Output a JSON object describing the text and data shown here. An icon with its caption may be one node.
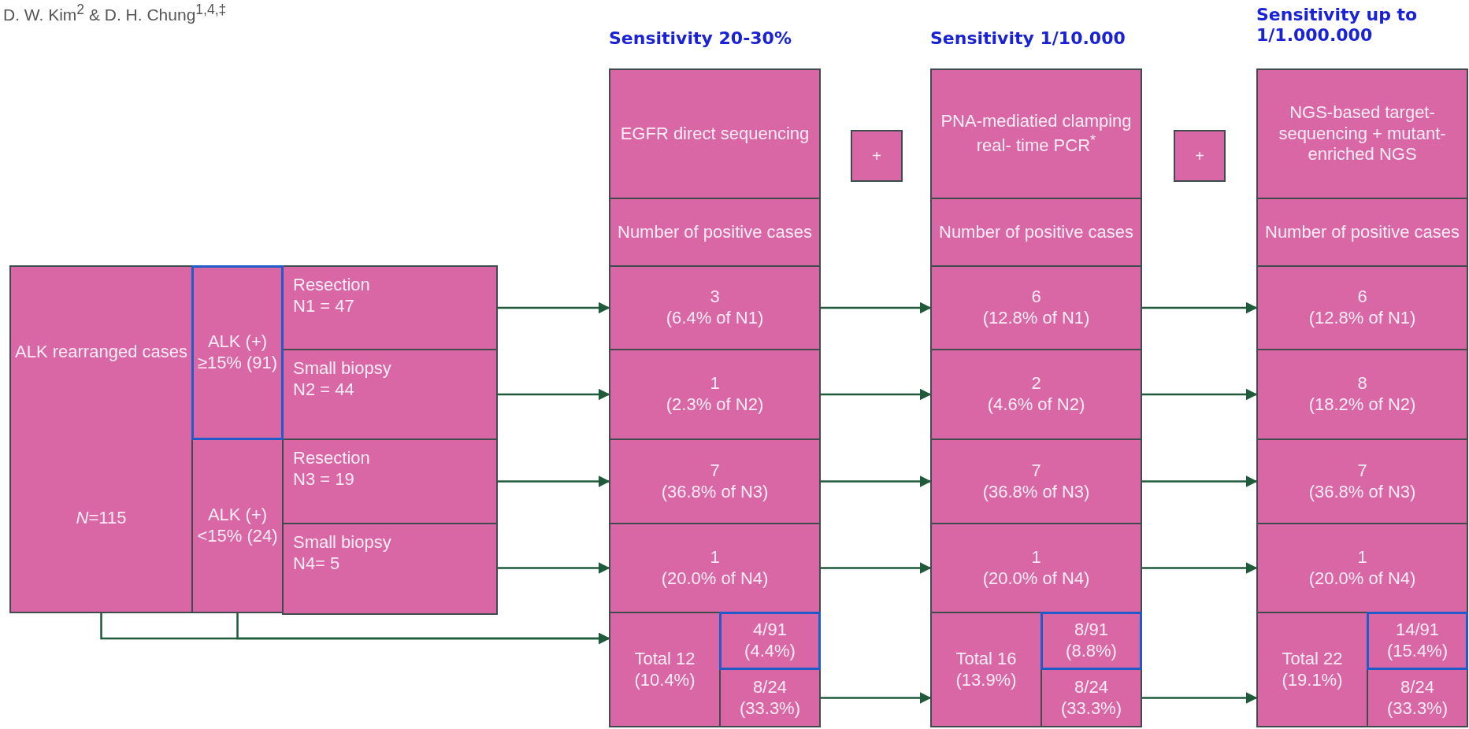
{
  "diagram": {
    "nodes": [
      {
        "text": [
          "ALK rearranged cases",
          "*N*=115"
        ]
      },
      {
        "text": [
          "ALK (+) ≥15% (91)"
        ]
      },
      {
        "text": [
          "ALK (+) <15% (24)"
        ]
      },
      {
        "text": [
          "Resection",
          "N1 = 47"
        ]
      },
      {
        "text": [
          "Small biopsy",
          "N2 = 44"
        ]
      },
      {
        "text": [
          "Resection",
          "N3 = 19"
        ]
      },
      {
        "text": [
          "Small biopsy",
          "N4= 5"
        ]
      },
      {
        "text": [
          "EGFR direct sequencing"
        ],
        "beside": [
          "Sensitivity 20-30%"
        ]
      },
      {
        "text": [
          "Number of positive cases"
        ]
      },
      {
        "text": [
          "3",
          "(6.4% of N1)"
        ]
      },
      {
        "text": [
          "1",
          "(2.3% of N2)"
        ]
      },
      {
        "text": [
          "7",
          "(36.8% of N3)"
        ]
      },
      {
        "text": [
          "1",
          "(20.0% of N4)"
        ]
      },
      {
        "text": [
          "Total 12",
          "(10.4%)"
        ]
      },
      {
        "text": [
          "4/91",
          "(4.4%)"
        ]
      },
      {
        "text": [
          "8/24",
          "(33.3%)"
        ]
      },
      {
        "text": [
          "+"
        ]
      },
      {
        "text": [
          "PNA-mediatied clamping real- time PCR$^{*}$"
        ],
        "beside": [
          "Sensitivity 1/10.000"
        ]
      },
      {
        "text": [
          "Number of positive cases"
        ]
      },
      {
        "text": [
          "6",
          "(12.8% of N1)"
        ]
      },
      {
        "text": [
          "2",
          "(4.6% of N2)"
        ]
      },
      {
        "text": [
          "7",
          "(36.8% of N3)"
        ]
      },
      {
        "text": [
          "1",
          "(20.0% of N4)"
        ]
      },
      {
        "text": [
          "Total 16",
          "(13.9%)"
        ]
      },
      {
        "text": [
          "8/91",
          "(8.8%)"
        ]
      },
      {
        "text": [
          "8/24",
          "(33.3%)"
        ]
      },
      {
        "text": [
          "+"
        ]
      },
      {
        "text": [
          "NGS-based target- sequencing + mutant-enriched NGS"
        ],
        "beside": [
          "Sensitivity up to 1/1.000.000"
        ]
      },
      {
        "text": [
          "Number of positive cases"
        ]
      },
      {
        "text": [
          "6",
          "(12.8% of N1)"
        ]
      },
      {
        "text": [
          "8",
          "(18.2% of N2)"
        ]
      },
      {
        "text": [
          "7",
          "(36.8% of N3)"
        ]
      },
      {
        "text": [
          "1",
          "(20.0% of N4)"
        ]
      },
      {
        "text": [
          "Total 22",
          "(19.1%)"
        ]
      },
      {
        "text": [
          "14/91",
          "(15.4%)"
        ]
      },
      {
        "text": [
          "8/24",
          "(33.3%)"
        ]
      }
    ],
    "edges": [
      {
        "from": 3,
        "to": 9,
        "arrow": "to"
      },
      {
        "from": 4,
        "to": 10,
        "arrow": "to"
      },
      {
        "from": 5,
        "to": 11,
        "arrow": "to"
      },
      {
        "from": 6,
        "to": 12,
        "arrow": "to"
      },
      {
        "from": 9,
        "to": 19,
        "arrow": "to"
      },
      {
        "from": 10,
        "to": 20,
        "arrow": "to"
      },
      {
        "from": 11,
        "to": 21,
        "arrow": "to"
      },
      {
        "from": 12,
        "to": 22,
        "arrow": "to"
      },
      {
        "from": 19,
        "to": 29,
        "arrow": "to"
      },
      {
        "from": 20,
        "to": 30,
        "arrow": "to"
      },
      {
        "from": 21,
        "to": 31,
        "arrow": "to"
      },
      {
        "from": 22,
        "to": 32,
        "arrow": "to"
      },
      {
        "from": 0,
        "to": 13,
        "arrow": "to"
      },
      {
        "from": 2,
        "to": 13,
        "arrow": "to"
      },
      {
        "from": 15,
        "to": 23,
        "arrow": "to"
      },
      {
        "from": 25,
        "to": 33,
        "arrow": "to"
      }
    ],
    "labels": [
      "D. W. Kim$^{2}$ & D. H. Chung$^{1,4,‡}$"
    ]
  }
}
